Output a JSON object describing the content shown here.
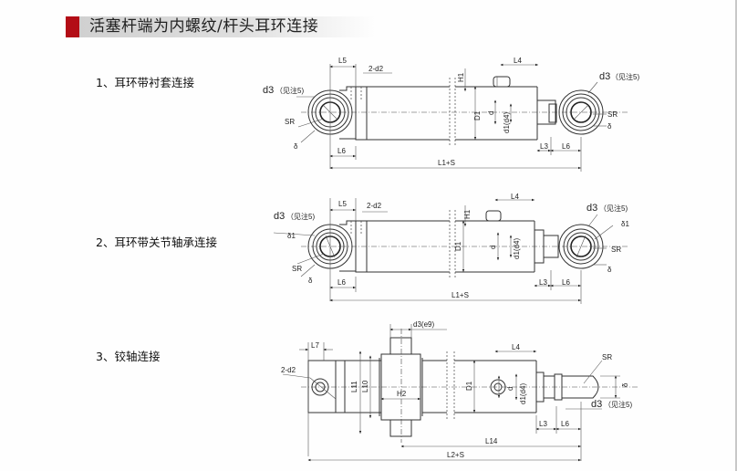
{
  "header": {
    "title": "活塞杆端为内螺纹/杆头耳环连接",
    "accent_color": "#b30d16"
  },
  "sections": [
    {
      "label": "1、耳环带衬套连接",
      "dims": {
        "l5": "L5",
        "d2": "2-d2",
        "h1": "H1",
        "l4": "L4",
        "d3_left": "d3",
        "note_left": "（见注5)",
        "d3_right": "d3",
        "note_right": "（见注5)",
        "sr_left": "SR",
        "delta_left": "δ",
        "sr_right": "SR",
        "delta_right": "δ",
        "l6_left": "L6",
        "l3": "L3",
        "l6_right": "L6",
        "d1": "D1",
        "d": "d",
        "d1d4": "d1(d4)",
        "l1s": "L1+S"
      }
    },
    {
      "label": "2、耳环带关节轴承连接",
      "dims": {
        "l5": "L5",
        "d2": "2-d2",
        "h1": "H1",
        "l4": "L4",
        "d3_left": "d3",
        "note_left": "（见注5)",
        "d3_right": "d3",
        "note_right": "（见注5)",
        "delta1_left": "δ1",
        "delta1_right": "δ1",
        "sr_left": "SR",
        "delta_left": "δ",
        "sr_right": "SR",
        "delta_right": "δ",
        "l6_left": "L6",
        "l3": "L3",
        "l6_right": "L6",
        "d1": "D1",
        "d": "d",
        "d1d4": "d1(d4)",
        "l1s": "L1+S"
      }
    },
    {
      "label": "3、铰轴连接",
      "dims": {
        "l7": "L7",
        "d2": "2-d2",
        "d3e9": "d3(e9)",
        "l11": "L11",
        "l10": "L10",
        "h2": "H2",
        "d1": "D1",
        "l4": "L4",
        "d": "d",
        "d1d4": "d1(d4)",
        "sr": "SR",
        "delta": "δ",
        "d3": "d3",
        "note": "（见注5)",
        "l3": "L3",
        "l6": "L6",
        "l14": "L14",
        "l2s": "L2+S"
      }
    }
  ]
}
